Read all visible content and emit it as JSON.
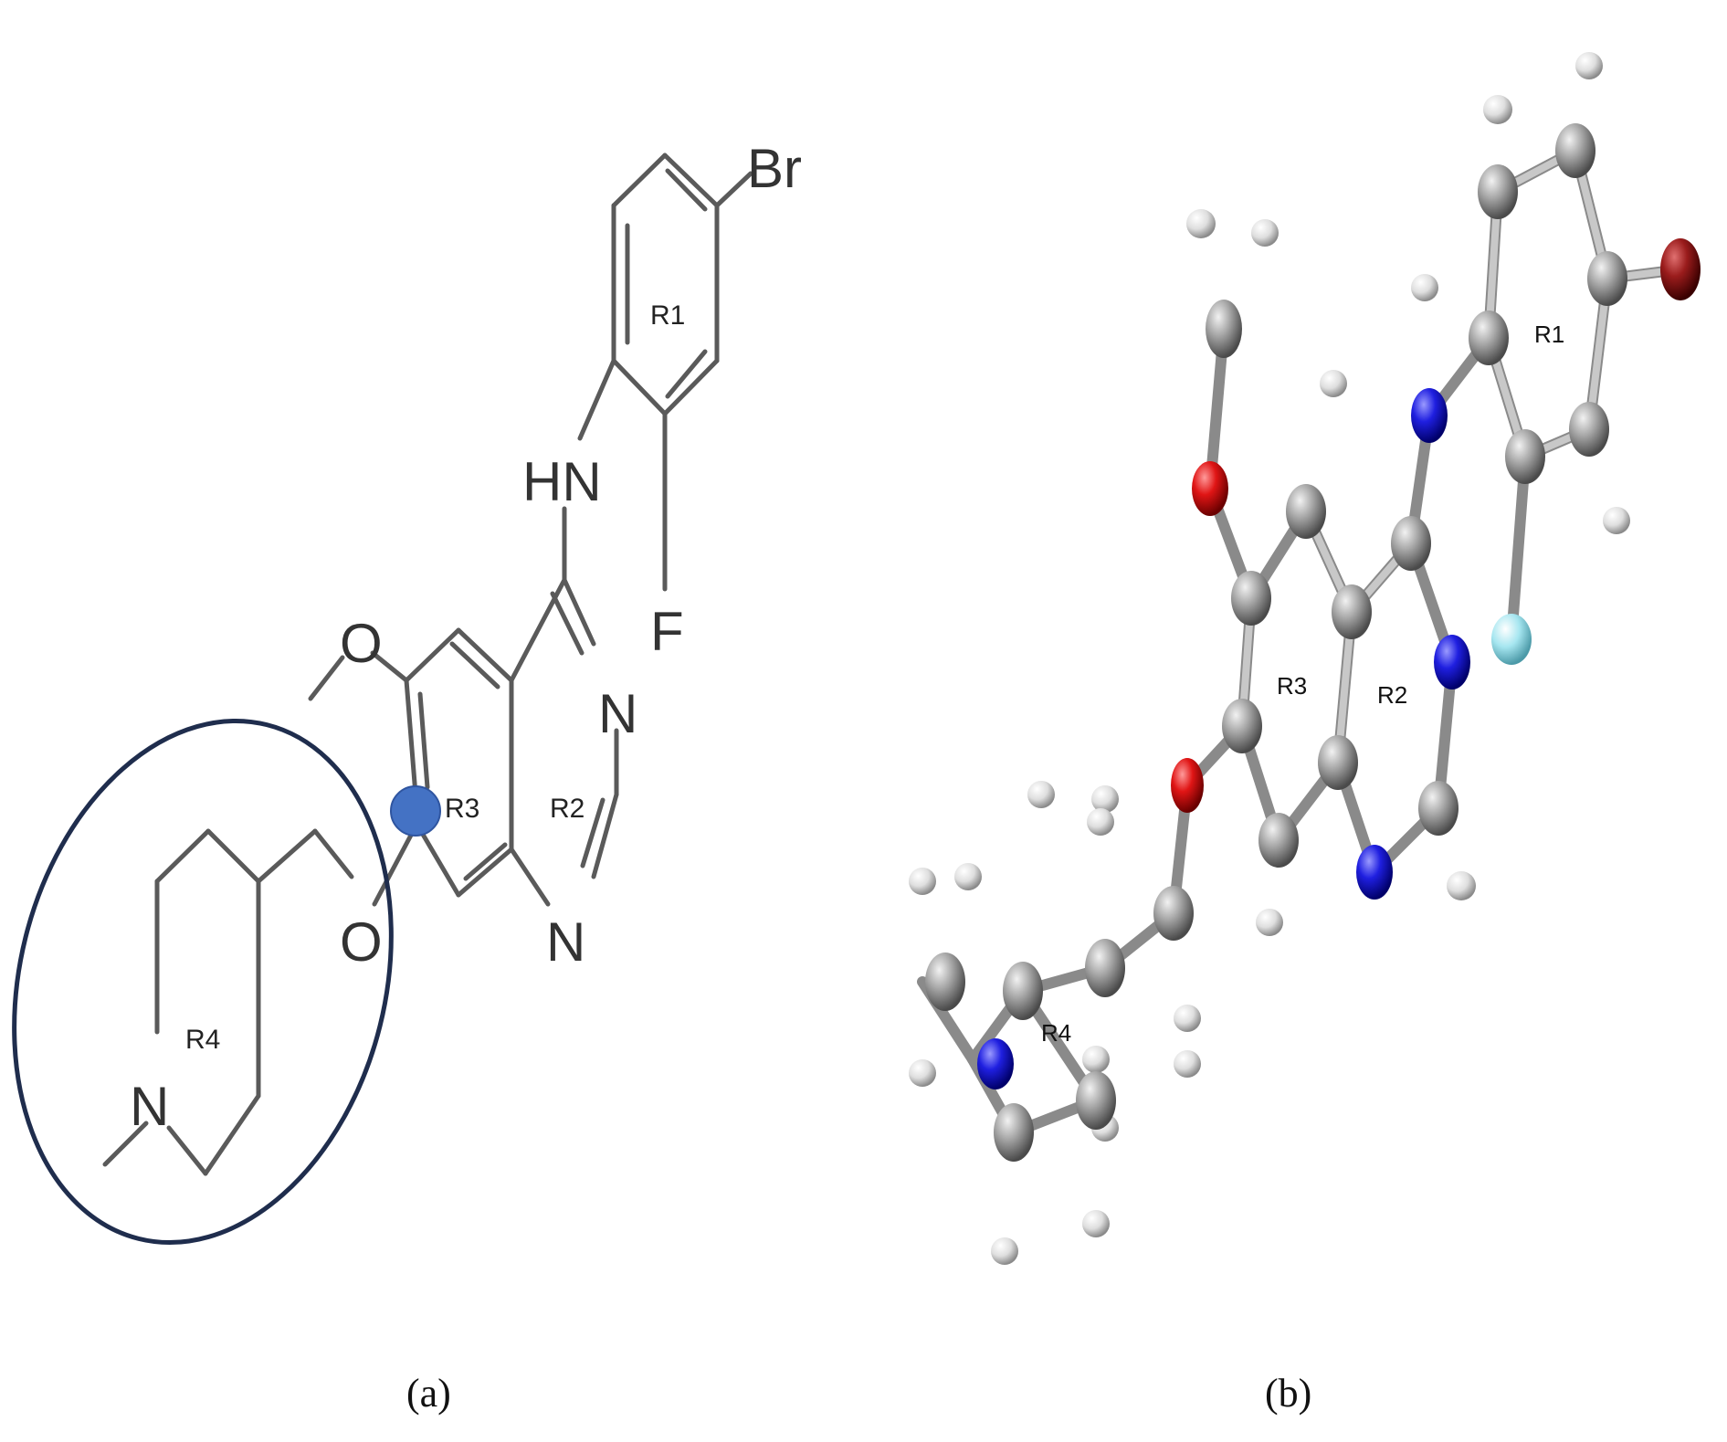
{
  "panel_a": {
    "caption": "(a)",
    "atoms": {
      "br": "Br",
      "hn": "HN",
      "f": "F",
      "n_upper": "N",
      "n_lower": "N",
      "o_methoxy": "O",
      "o_ether": "O",
      "n_piperidine": "N"
    },
    "rings": {
      "r1": "R1",
      "r2": "R2",
      "r3": "R3",
      "r4": "R4"
    },
    "colors": {
      "bond": "#5a5a5a",
      "highlight_atom": "#4472c4",
      "ellipse": "#1f2d4d"
    }
  },
  "panel_b": {
    "caption": "(b)",
    "rings": {
      "r1": "R1",
      "r2": "R2",
      "r3": "R3",
      "r4": "R4"
    },
    "colors": {
      "carbon": "#8c8c8c",
      "hydrogen": "#e6e6e6",
      "nitrogen": "#1a1ad6",
      "oxygen": "#d41414",
      "fluorine": "#9fe3ee",
      "bromine": "#8b1a1a"
    }
  }
}
